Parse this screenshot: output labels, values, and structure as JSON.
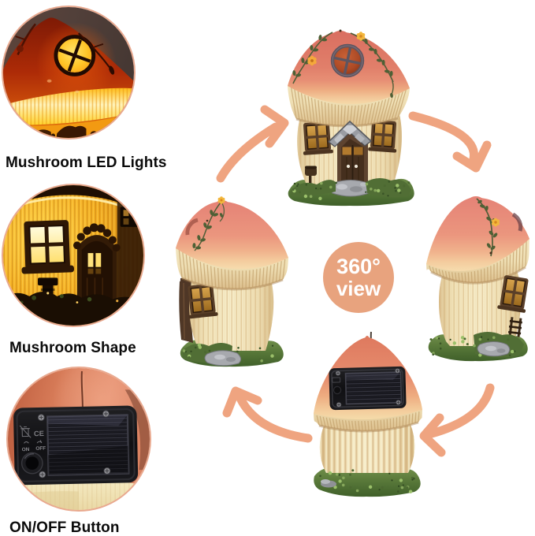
{
  "features": [
    {
      "label": "Mushroom LED Lights"
    },
    {
      "label": "Mushroom Shape"
    },
    {
      "label": "ON/OFF Button"
    }
  ],
  "badge": {
    "line1": "360°",
    "line2": "view"
  },
  "panel": {
    "on": "ON",
    "off": "OFF",
    "ce": "CE"
  },
  "colors": {
    "background": "#ffffff",
    "accent": "#efa480",
    "badge_fill": "#e8a37e",
    "circle_border": "#e9a98f",
    "label_text": "#0b0b0b",
    "badge_text": "#ffffff"
  }
}
